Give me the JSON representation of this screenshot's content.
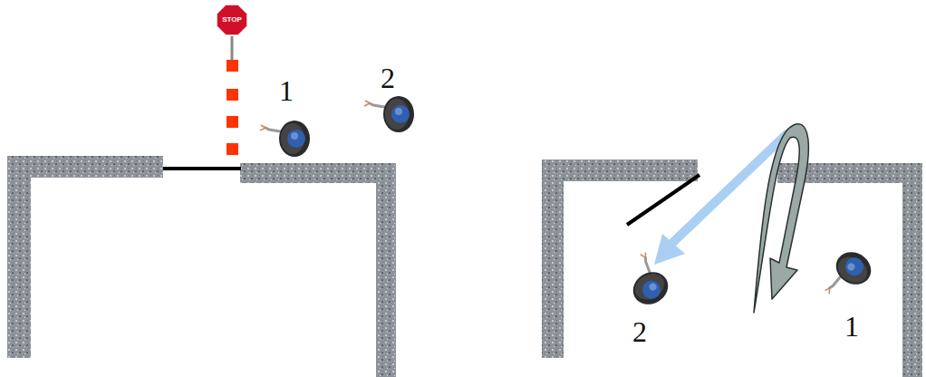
{
  "diagram": {
    "labels": [
      "STOP",
      "1",
      "2",
      "2",
      "1"
    ]
  }
}
